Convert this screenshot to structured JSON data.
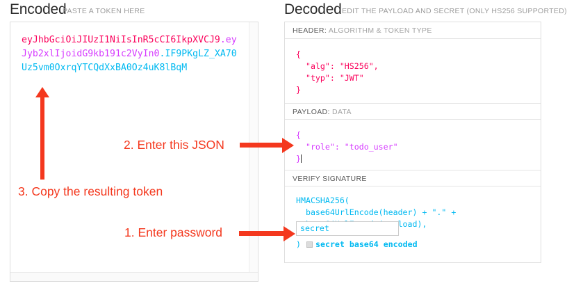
{
  "encoded": {
    "title": "Encoded",
    "subtitle": "PASTE A TOKEN HERE",
    "token": {
      "header": "eyJhbGciOiJIUzI1NiIsInR5cCI6IkpXVCJ9",
      "payload": "eyJyb2xlIjoidG9kb191c2VyIn0",
      "signature": "IF9PKgLZ_XA70Uz5vm0OxrqYTCQdXxBA0Oz4uK8lBqM",
      "separator": "."
    }
  },
  "decoded": {
    "title": "Decoded",
    "subtitle": "EDIT THE PAYLOAD AND SECRET (ONLY HS256 SUPPORTED)",
    "sections": {
      "header": {
        "label_strong": "HEADER:",
        "label_light": "ALGORITHM & TOKEN TYPE",
        "code": "{\n  \"alg\": \"HS256\",\n  \"typ\": \"JWT\"\n}"
      },
      "payload": {
        "label_strong": "PAYLOAD:",
        "label_light": "DATA",
        "code_line1": "{",
        "code_line2": "  \"role\": \"todo_user\"",
        "code_line3": "}"
      },
      "verify": {
        "label_strong": "VERIFY SIGNATURE",
        "label_light": "",
        "code": "HMACSHA256(\n  base64UrlEncode(header) + \".\" +\n  base64UrlEncode(payload),",
        "secret_value": "secret",
        "close_paren": ")",
        "base64_checkbox_label": "secret base64 encoded"
      }
    }
  },
  "annotations": {
    "step1": "1. Enter password",
    "step2": "2. Enter this JSON",
    "step3": "3. Copy the resulting token"
  },
  "colors": {
    "header_segment": "#fb015b",
    "payload_segment": "#d63aff",
    "signature_segment": "#00b9f1",
    "annotation": "#f4381e",
    "panel_border": "#dedede"
  }
}
